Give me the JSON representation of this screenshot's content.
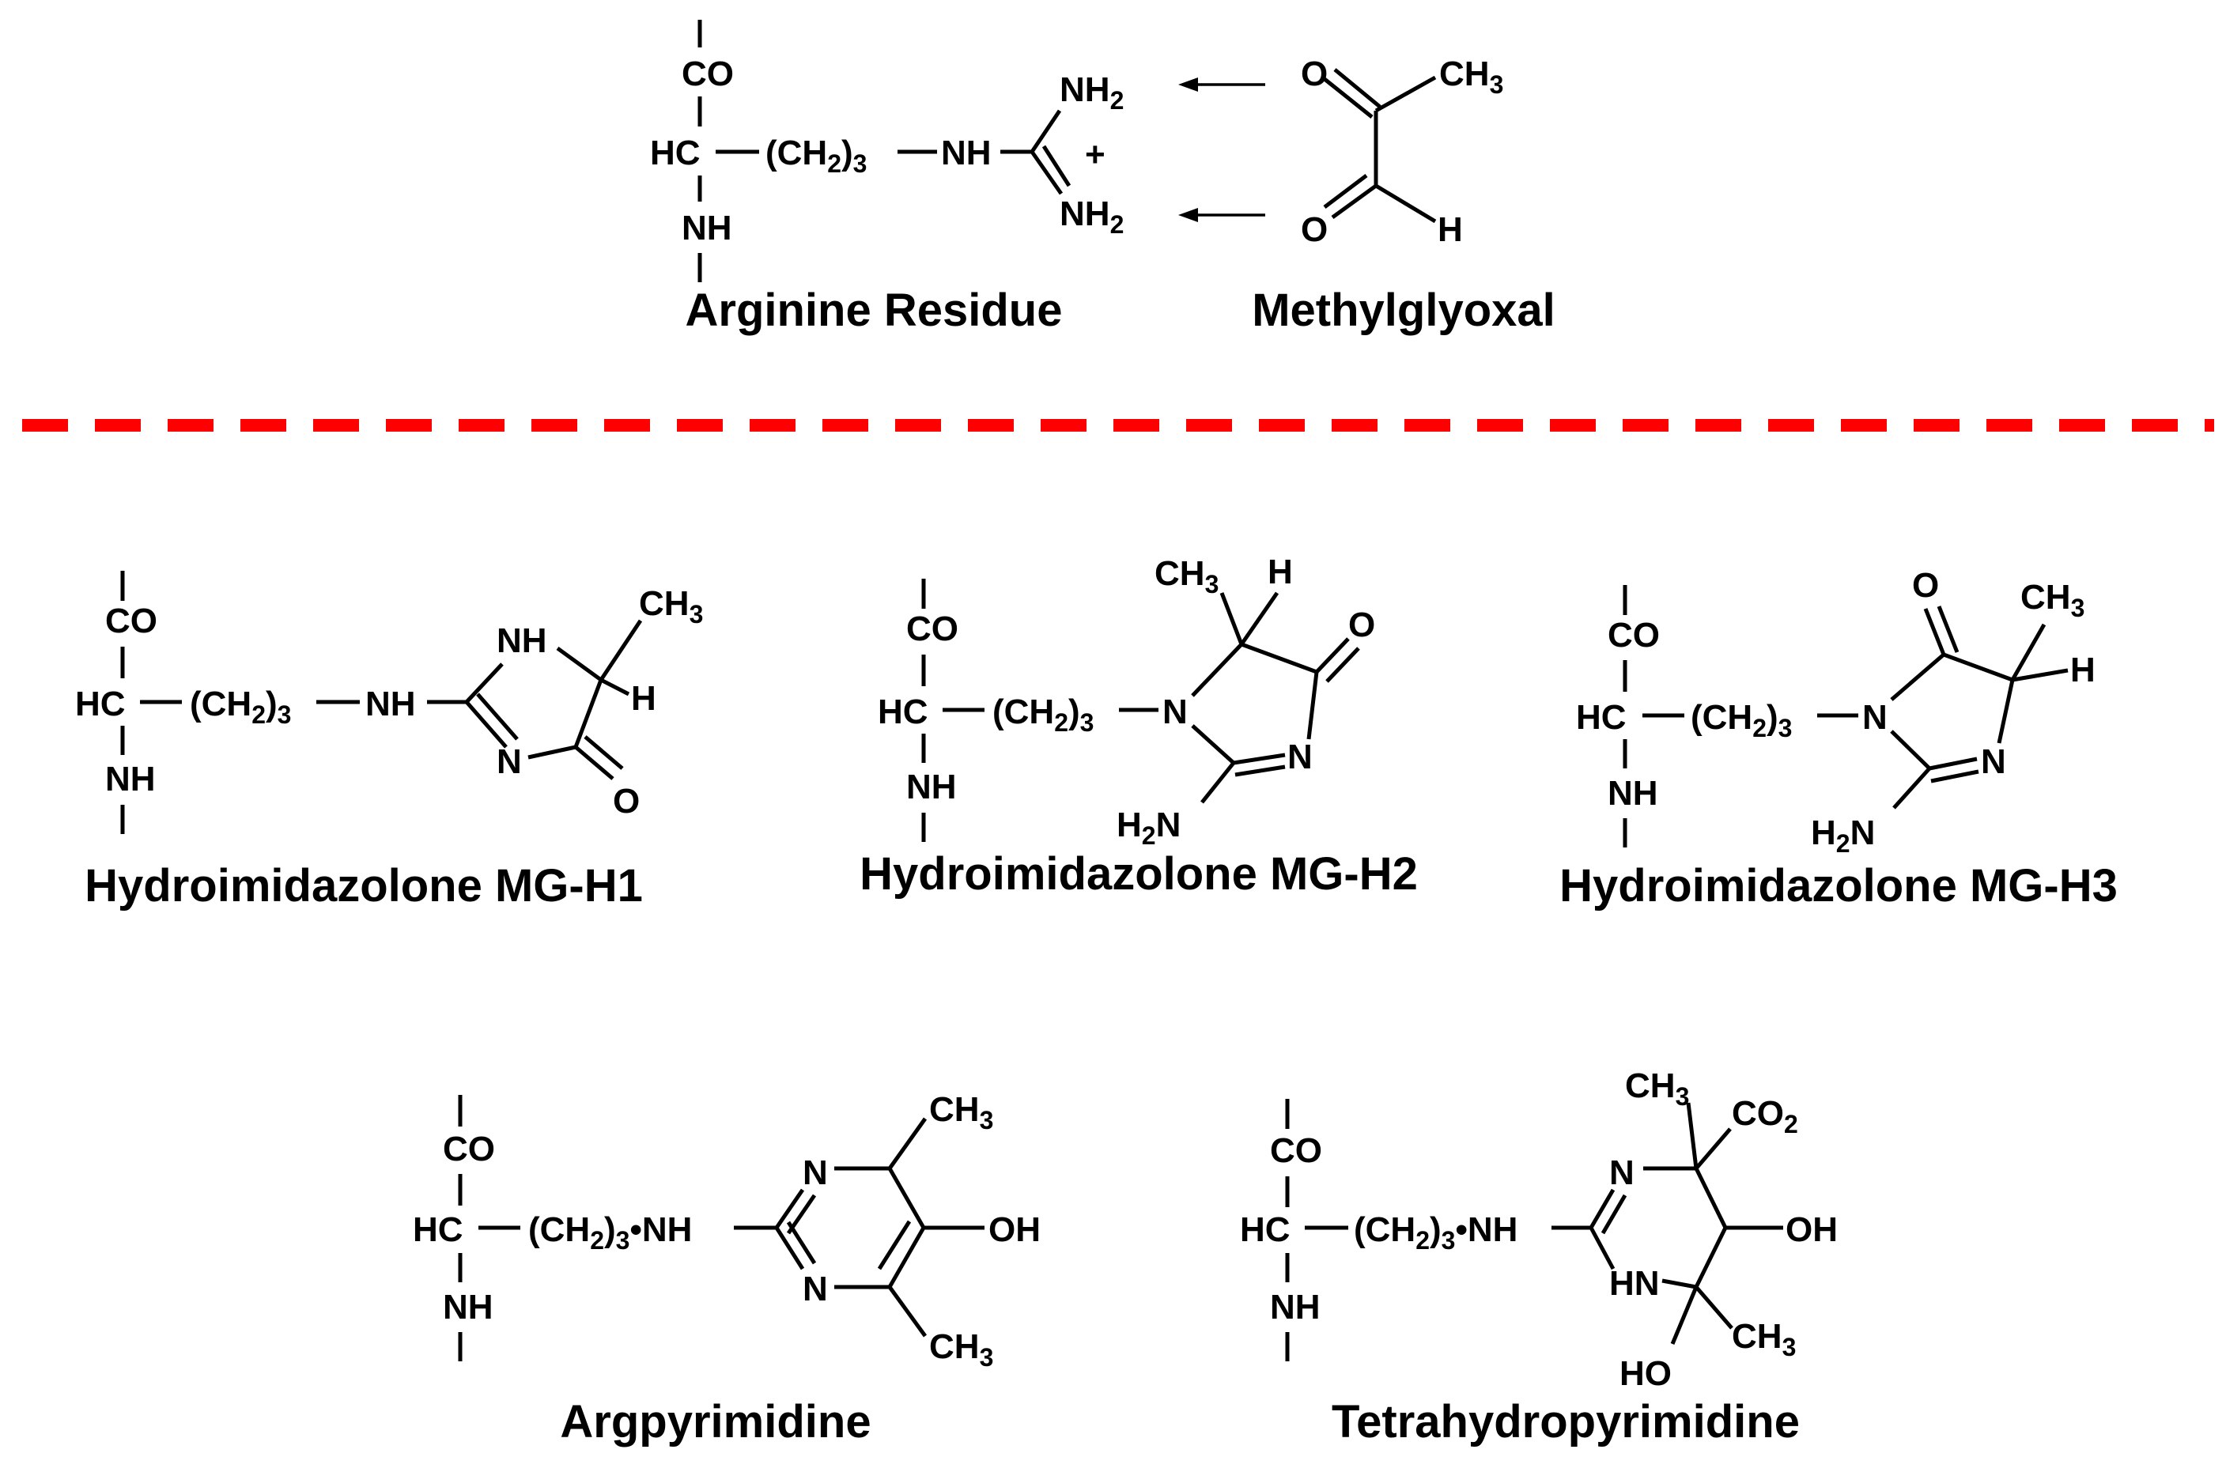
{
  "colors": {
    "divider": "#ff0000",
    "ink": "#000000",
    "background": "#ffffff"
  },
  "labels": {
    "arginine": "Arginine Residue",
    "methylglyoxal": "Methylglyoxal",
    "mgh1": "Hydroimidazolone MG-H1",
    "mgh2": "Hydroimidazolone MG-H2",
    "mgh3": "Hydroimidazolone MG-H3",
    "argpyrimidine": "Argpyrimidine",
    "thp": "Tetrahydropyrimidine"
  },
  "atoms": {
    "co": "CO",
    "hc": "HC",
    "nh": "NH",
    "ch2": "(CH",
    "two": "2",
    "ch2close": ")",
    "three": "3",
    "ch2dot": ")",
    "dotnh": "•NH",
    "dashnh": "NH",
    "n": "N",
    "o": "O",
    "h": "H",
    "oh": "OH",
    "ho": "HO",
    "hn": "HN",
    "ch": "CH",
    "co2": "CO",
    "nh2": "NH",
    "h2n_h": "H",
    "h2n_n": "N",
    "plus": "+"
  }
}
